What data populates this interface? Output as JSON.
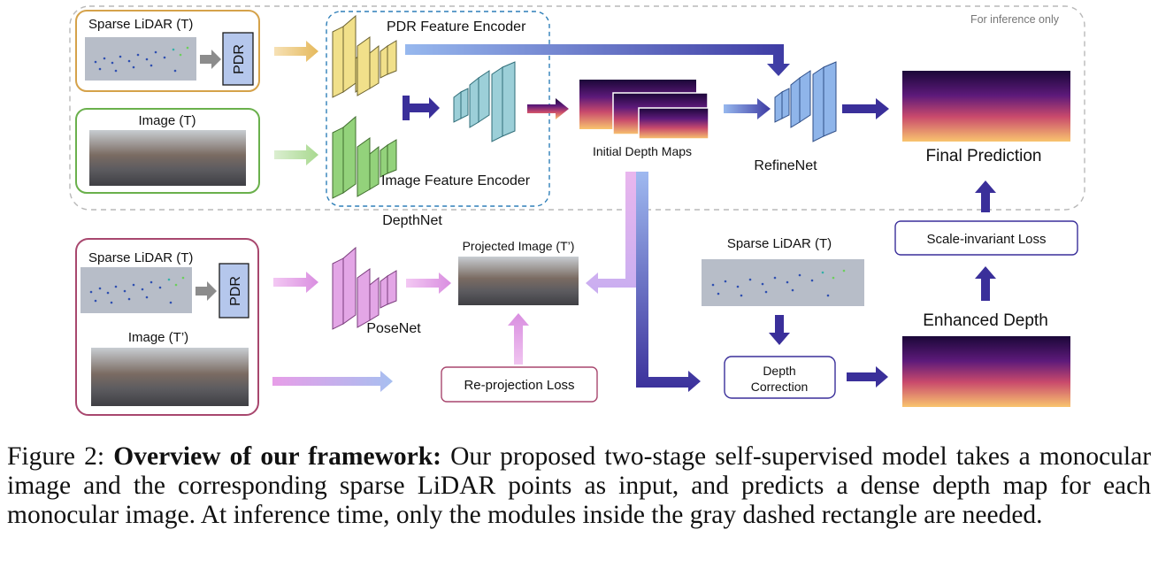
{
  "diagram": {
    "inference_note": "For inference only",
    "sparse_lidar_t_top": "Sparse LiDAR (T)",
    "pdr_top": "PDR",
    "image_t": "Image (T)",
    "pdr_encoder": "PDR Feature Encoder",
    "image_encoder": "Image Feature Encoder",
    "depthnet": "DepthNet",
    "initial_depth_maps": "Initial Depth Maps",
    "refinenet": "RefineNet",
    "final_prediction": "Final Prediction",
    "sparse_lidar_t_bottom": "Sparse LiDAR (T)",
    "pdr_bottom": "PDR",
    "image_t_prime": "Image (T’)",
    "posenet": "PoseNet",
    "projected_image": "Projected Image (T’)",
    "reprojection_loss": "Re-projection Loss",
    "sparse_lidar_t_right": "Sparse LiDAR (T)",
    "depth_correction_line1": "Depth",
    "depth_correction_line2": "Correction",
    "enhanced_depth": "Enhanced Depth",
    "scale_invariant_loss": "Scale-invariant Loss"
  },
  "caption": {
    "label": "Figure 2:",
    "bold": "Overview of our framework:",
    "text": "Our proposed two-stage self-supervised model takes a monocular image and the corresponding sparse LiDAR points as input, and predicts a dense depth map for each monocular image. At inference time, only the modules inside the gray dashed rectangle are needed."
  },
  "colors": {
    "pdr_yellow": "#f1e08a",
    "image_green": "#93d27b",
    "pose_pink": "#e3a6e6",
    "encoder_blue": "#8fb5ea",
    "arrow_navy": "#3a2f9a",
    "arrow_purple": "#4b3fb4",
    "pdr_box": "#b5c7ec",
    "top_input_border": "#d5a24a",
    "image_input_border": "#6ab04c",
    "bottom_input_border": "#a8476e"
  }
}
